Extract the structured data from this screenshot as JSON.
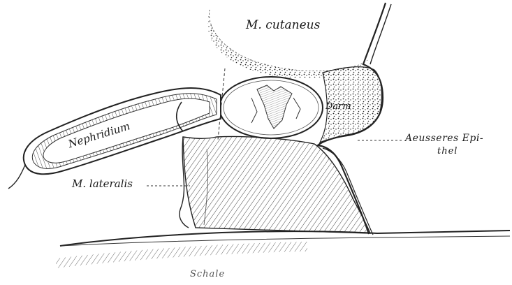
{
  "figure": {
    "labels": {
      "cutaneus": "M. cutaneus",
      "darm": "Darm",
      "epithel_line1": "Aeusseres Epi-",
      "epithel_line2": "thel",
      "lateralis": "M. lateralis",
      "nephridium": "Nephridium",
      "schale": "Schale"
    }
  }
}
